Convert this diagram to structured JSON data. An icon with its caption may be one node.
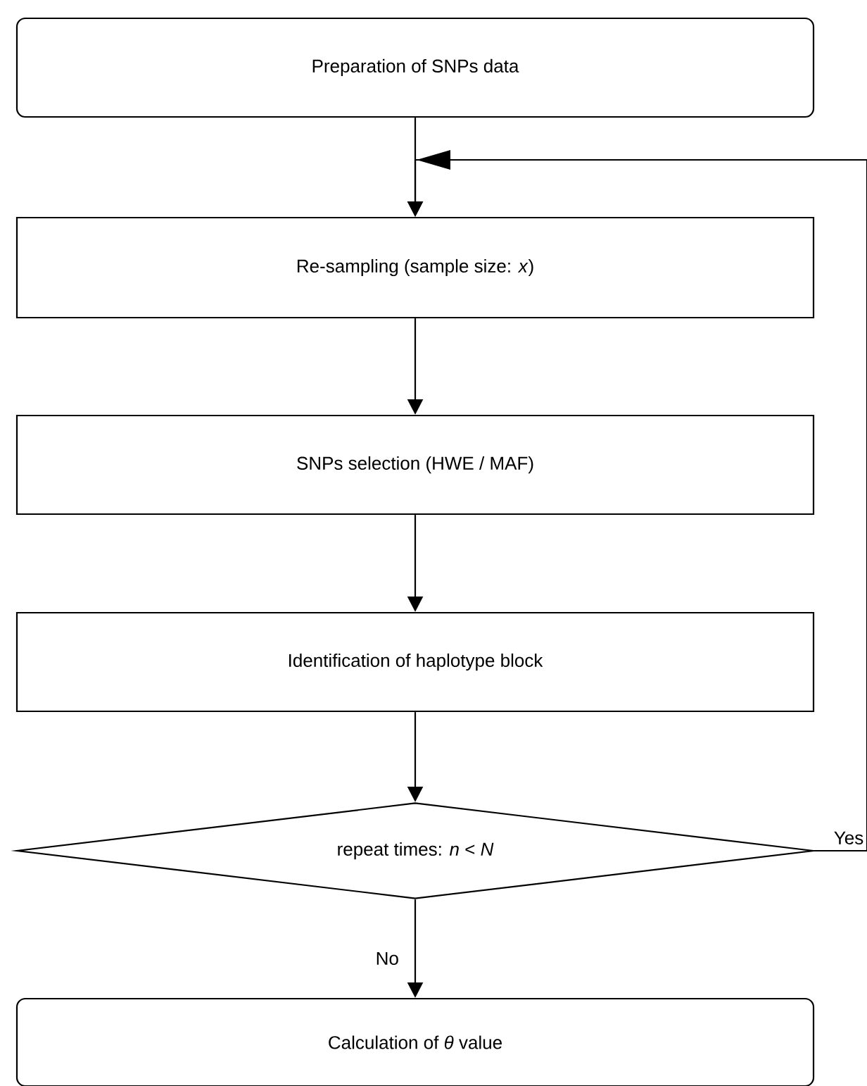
{
  "diagram": {
    "nodes": [
      {
        "text": [
          "Preparation of SNPs data"
        ]
      },
      {
        "text": [
          "Re-sampling (sample size: *x*)"
        ]
      },
      {
        "text": [
          "SNPs selection (HWE / MAF)"
        ]
      },
      {
        "text": [
          "Identification of haplotype block"
        ]
      },
      {
        "text": [
          "repeat times: *n* < *N*"
        ]
      },
      {
        "text": [
          "Calculation of *θ* value"
        ]
      }
    ],
    "edges": [
      {
        "from": 0,
        "to": 1,
        "arrow": "to"
      },
      {
        "from": 1,
        "to": 2,
        "arrow": "to"
      },
      {
        "from": 2,
        "to": 3,
        "arrow": "to"
      },
      {
        "from": 3,
        "to": 4,
        "arrow": "to"
      },
      {
        "from": 4,
        "to": 5,
        "arrow": "to",
        "label": "No"
      },
      {
        "from": 4,
        "to": 1,
        "arrow": "to",
        "label": "Yes"
      }
    ]
  }
}
